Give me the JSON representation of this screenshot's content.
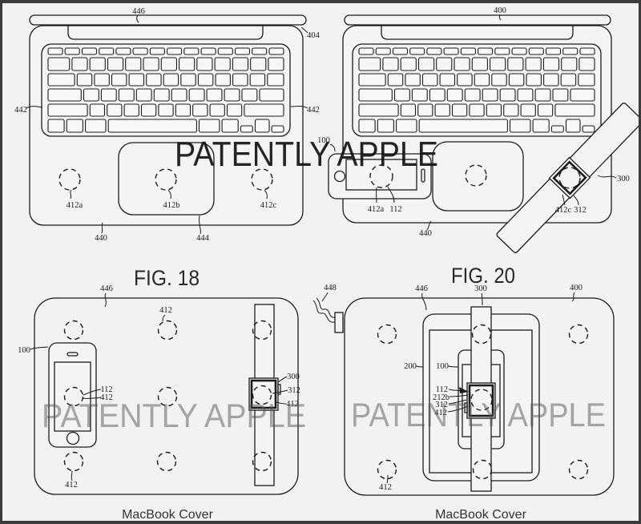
{
  "watermarks": {
    "top": "PATENTLY APPLE",
    "bottom_left": "PATENTLY APPLE",
    "bottom_right": "PATENTLY APPLE"
  },
  "fig18_top": {
    "lid": "446",
    "corner": "404",
    "kb_left": "442",
    "kb_right": "442",
    "coil_a": "412a",
    "coil_b": "412b",
    "coil_c": "412c",
    "base": "440",
    "trackpad": "444"
  },
  "fig20_top": {
    "lid": "400",
    "phone": "100",
    "coil_a": "412a",
    "phone_coil": "112",
    "base": "440",
    "watch": "300",
    "coil_c": "412c",
    "watch_coil": "312"
  },
  "fig18": {
    "title": "FIG. 18",
    "caption": "MacBook Cover",
    "cover": "446",
    "coil_top": "412",
    "phone": "100",
    "phone_coil": "112",
    "coil_mid": "412",
    "watch": "300",
    "watch_coil": "312",
    "watch_coil_cover": "412",
    "coil_bottom": "412"
  },
  "fig20": {
    "title": "FIG. 20",
    "caption": "MacBook Cover",
    "cable": "448",
    "cover": "446",
    "watch": "300",
    "lid": "400",
    "tablet": "200",
    "phone": "100",
    "phone_coil": "112",
    "tablet_coil": "212b",
    "watch_coil": "312",
    "stack_coil": "412",
    "coil_bottom": "412"
  }
}
